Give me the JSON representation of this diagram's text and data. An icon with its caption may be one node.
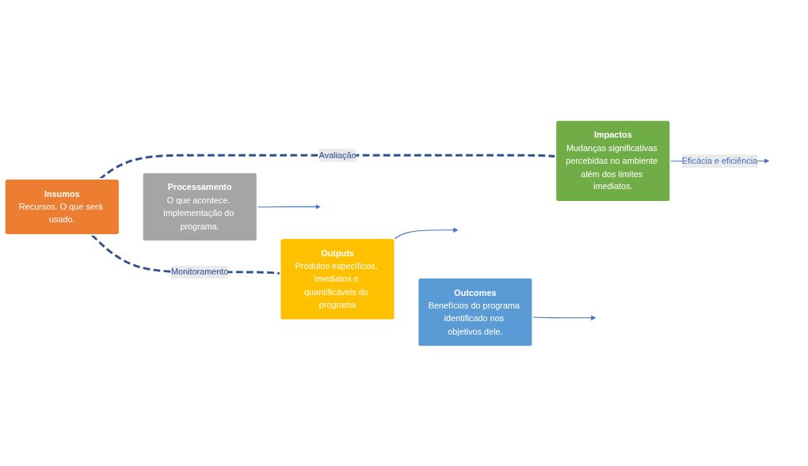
{
  "diagram": {
    "nodes": [
      {
        "text": [
          "Insumos",
          "Recursos. O que será usado."
        ]
      },
      {
        "text": [
          "Processamento",
          "O que acontece. Implementação do programa."
        ]
      },
      {
        "text": [
          "Outputs",
          "Produtos específicos, imediatos e quantificáveis do programa"
        ]
      },
      {
        "text": [
          "Outcomes",
          "Benefícios do programa identificado nos objetivos dele."
        ]
      },
      {
        "text": [
          "Impactos",
          "Mudanças significativas percebidas no ambiente além dos limites imediatos."
        ]
      }
    ],
    "edges": [
      {
        "from": 0,
        "to": 4,
        "arrow": "none",
        "style": "dashed",
        "color": "#2f528f",
        "label": "Avaliação"
      },
      {
        "from": 0,
        "to": 2,
        "arrow": "none",
        "style": "dashed",
        "color": "#2f528f",
        "label": "Monitoramento"
      },
      {
        "from": 4,
        "to": null,
        "arrow": "to",
        "label": "Eficácia e eficiência"
      },
      {
        "from": 3,
        "to": null,
        "arrow": "to"
      },
      {
        "from": 2,
        "to": null,
        "arrow": "to"
      },
      {
        "from": 1,
        "to": null,
        "arrow": "to"
      }
    ]
  }
}
